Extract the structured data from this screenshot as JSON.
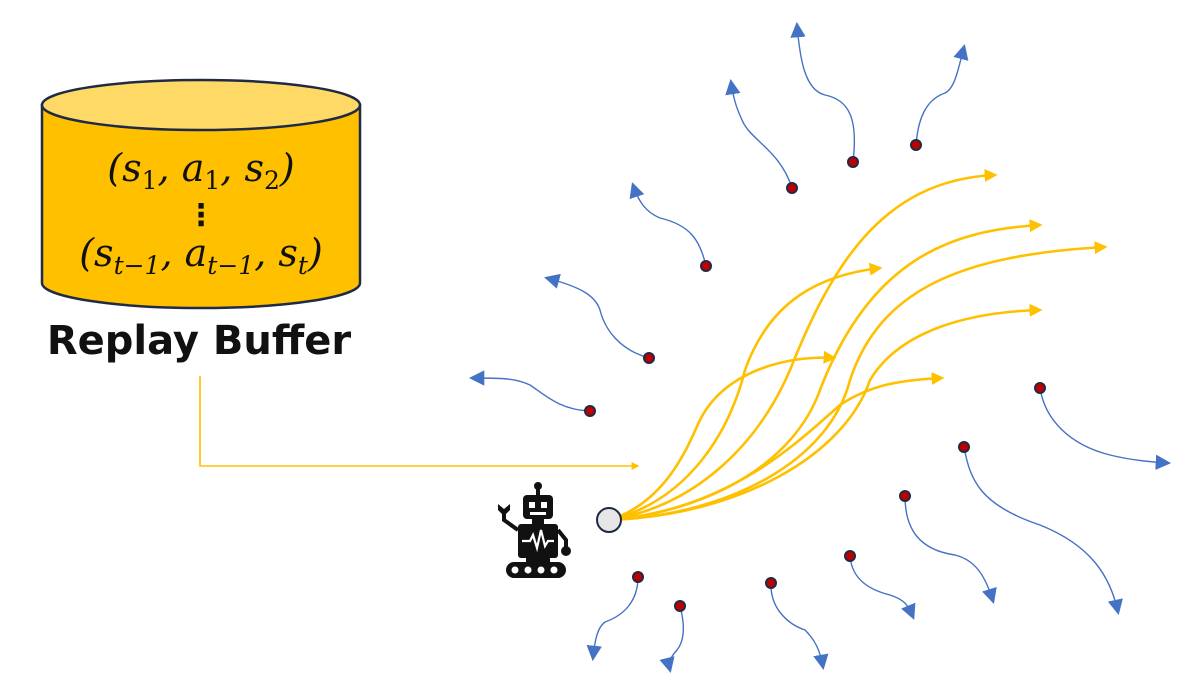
{
  "buffer": {
    "caption": "Replay Buffer",
    "first_tuple": {
      "open": "(",
      "s1": "s",
      "s1_sub": "1",
      "sep1": ", ",
      "a1": "a",
      "a1_sub": "1",
      "sep2": ", ",
      "s2": "s",
      "s2_sub": "2",
      "close": ")"
    },
    "ellipsis": "⋮",
    "last_tuple": {
      "open": "(",
      "s1": "s",
      "s1_sub": "t−1",
      "sep1": ", ",
      "a1": "a",
      "a1_sub": "t−1",
      "sep2": ", ",
      "s2": "s",
      "s2_sub": "t",
      "close": ")"
    }
  },
  "colors": {
    "buffer_fill": "#FFC000",
    "buffer_top": "#FFD966",
    "buffer_stroke": "#1F2A44",
    "sampled_trajectory": "#FFC000",
    "exploration_trajectory": "#4472C4",
    "start_point": "#C00000"
  },
  "icons": {
    "agent": "robot-icon",
    "start_state": "start-state-circle"
  }
}
